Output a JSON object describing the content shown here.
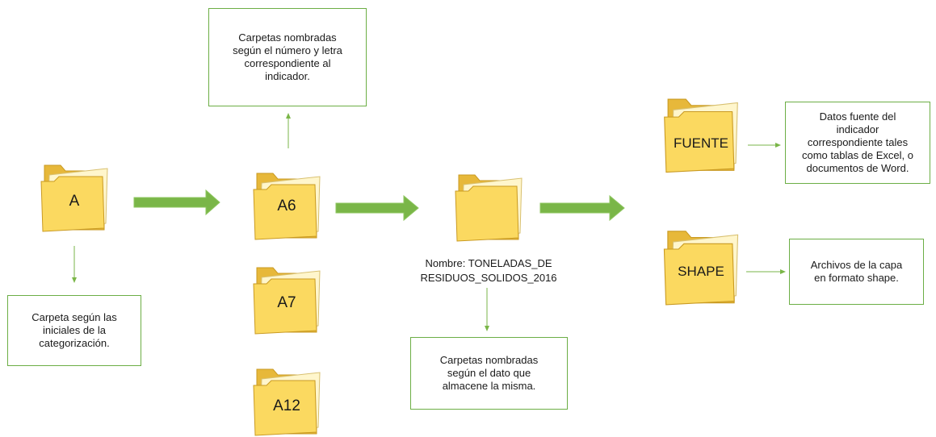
{
  "colors": {
    "connector": "#7ab648",
    "big_arrow_fill": "#7ab648",
    "box_border": "#6cae45",
    "folder_front": "#fbd960",
    "folder_back": "#e7b83a",
    "folder_edge": "#c99a22"
  },
  "folders": {
    "a": "A",
    "a6": "A6",
    "a7": "A7",
    "a12": "A12",
    "fuente": "FUENTE",
    "shape": "SHAPE"
  },
  "boxes": {
    "top_note": "Carpetas nombradas\nsegún el número y letra\ncorrespondiente al\nindicador.",
    "left_note": "Carpeta según las\niniciales de la\ncategorización.",
    "bottom_note": "Carpetas nombradas\nsegún el dato que\nalmacene la misma.",
    "fuente_note": "Datos fuente del\nindicador\ncorrespondiente tales\ncomo tablas de Excel, o\ndocumentos de Word.",
    "shape_note": "Archivos de la capa\nen formato shape."
  },
  "caption": {
    "name": "Nombre: TONELADAS_DE\nRESIDUOS_SOLIDOS_2016"
  },
  "icons": {
    "folder": "folder-icon",
    "big_arrow": "arrow-right-icon",
    "connector": "connector-arrow-icon"
  }
}
